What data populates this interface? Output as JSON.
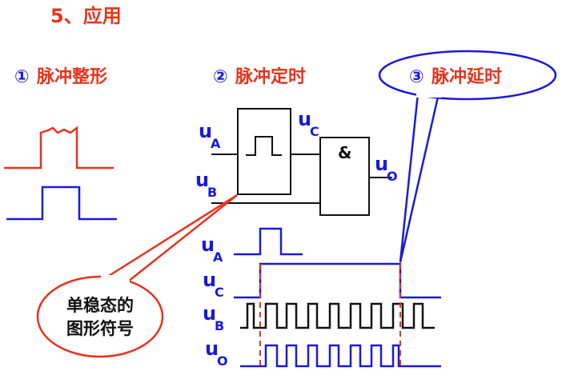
{
  "section_title": "5、应用",
  "apps": {
    "shaping": {
      "num": "①",
      "label": "脉冲整形"
    },
    "timing": {
      "num": "②",
      "label": "脉冲定时"
    },
    "delay": {
      "num": "③",
      "label": "脉冲延时"
    }
  },
  "gate": {
    "and_symbol": "&",
    "inputs": [
      {
        "main": "u",
        "sub": "A"
      },
      {
        "main": "u",
        "sub": "B"
      }
    ],
    "mid_output": {
      "main": "u",
      "sub": "C"
    },
    "output": {
      "main": "u",
      "sub": "O"
    }
  },
  "waveform_labels": [
    {
      "main": "u",
      "sub": "A"
    },
    {
      "main": "u",
      "sub": "C"
    },
    {
      "main": "u",
      "sub": "B"
    },
    {
      "main": "u",
      "sub": "O"
    }
  ],
  "callout_lines": [
    "单稳态的",
    "图形符号"
  ],
  "colors": {
    "accent_red": "#e8331c",
    "blue": "#1a1adb",
    "dark_red": "#cc1c1c",
    "black": "#111111"
  }
}
